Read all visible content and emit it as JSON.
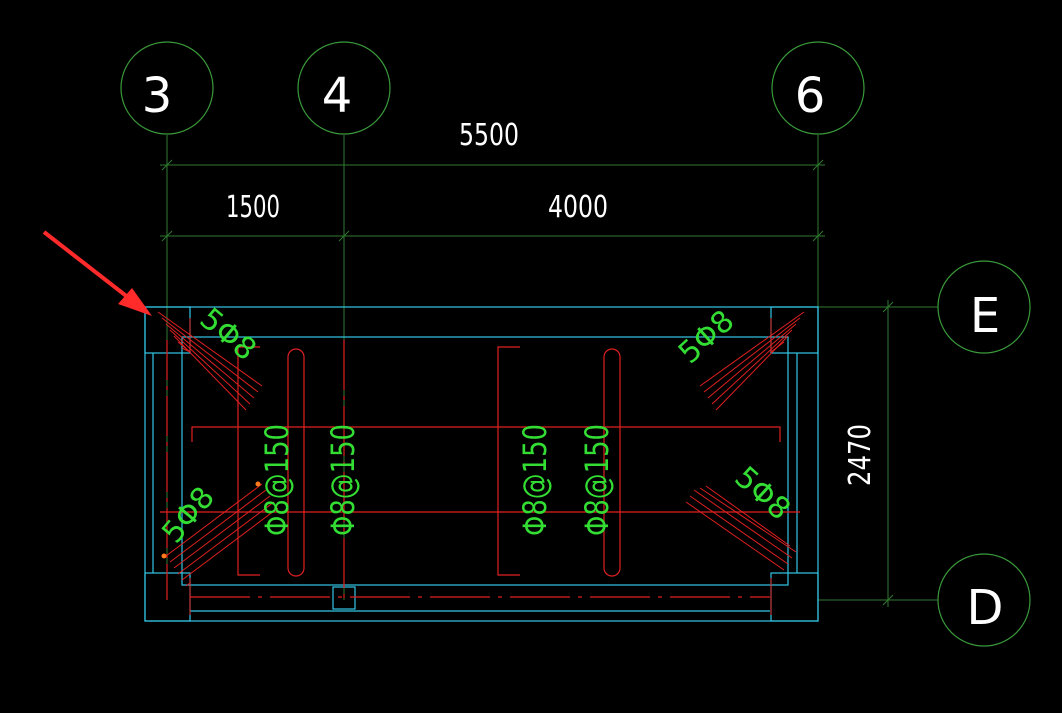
{
  "axes": {
    "vertical": [
      {
        "label": "3"
      },
      {
        "label": "4"
      },
      {
        "label": "6"
      }
    ],
    "horizontal": [
      {
        "label": "E"
      },
      {
        "label": "D"
      }
    ]
  },
  "dimensions": {
    "overall_width": "5500",
    "span_1": "1500",
    "span_2": "4000",
    "height": "2470"
  },
  "rebar_labels": {
    "corner_bars": "5Φ8",
    "distribution": "Φ8@150"
  },
  "colors": {
    "background": "#000000",
    "axis_bubble": "#3a9a3a",
    "axis_line": "#2f7a2f",
    "dimension": "#2f7a2f",
    "wall": "#33c6e6",
    "rebar": "#e02020",
    "rebar_text": "#33dd33",
    "axis_text": "#ffffff",
    "annotation_arrow": "#ff2a2a"
  }
}
